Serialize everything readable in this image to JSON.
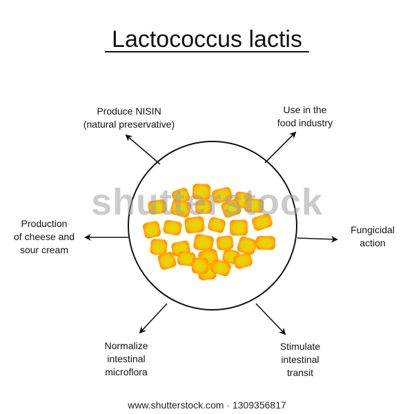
{
  "title": "Lactococcus lactis",
  "labels": {
    "top_left": [
      "Produce NISIN",
      "(natural preservative)"
    ],
    "top_right": [
      "Use in the",
      "food industry"
    ],
    "left": [
      "Production",
      "of cheese and",
      "sour cream"
    ],
    "right": [
      "Fungicidal",
      "action"
    ],
    "bottom_left": [
      "Normalize",
      "intestinal",
      "microflora"
    ],
    "bottom_right": [
      "Stimulate",
      "intestinal",
      "transit"
    ]
  },
  "watermark": "shutterstock",
  "footer": "www.shutterstock.com · 1309356817",
  "colors": {
    "cell_inner": "#c8e60a",
    "cell_mid": "#ffc400",
    "cell_outer": "#ff8a00",
    "ink": "#111111"
  }
}
